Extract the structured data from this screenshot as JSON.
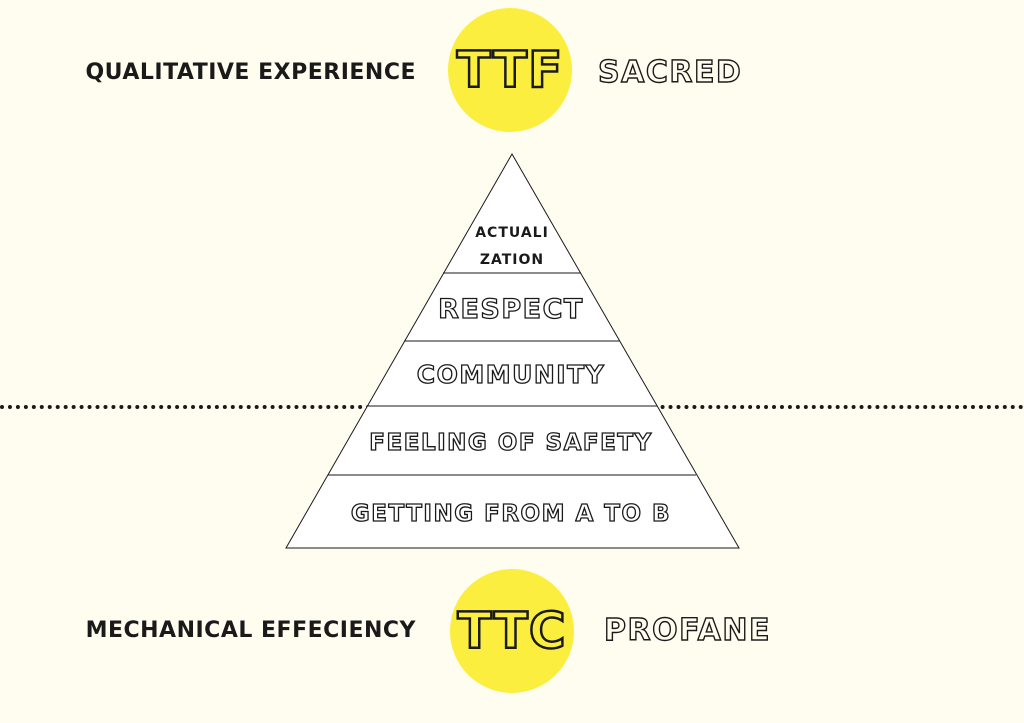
{
  "top": {
    "left_label": "QUALITATIVE EXPERIENCE",
    "circle_label": "TTF",
    "right_label": "SACRED"
  },
  "bottom": {
    "left_label": "MECHANICAL EFFECIENCY",
    "circle_label": "TTC",
    "right_label": "PROFANE"
  },
  "pyramid": {
    "tiers": [
      {
        "line1": "ACTUALI",
        "line2": "ZATION"
      },
      {
        "label": "RESPECT"
      },
      {
        "label": "COMMUNITY"
      },
      {
        "label": "FEELING  OF  SAFETY"
      },
      {
        "label": "GETTING  FROM  A  TO  B"
      }
    ]
  },
  "colors": {
    "background": "#fffdf0",
    "circle": "#fbee3f",
    "ink": "#1a1a1a",
    "tier_fill": "#ffffff"
  }
}
